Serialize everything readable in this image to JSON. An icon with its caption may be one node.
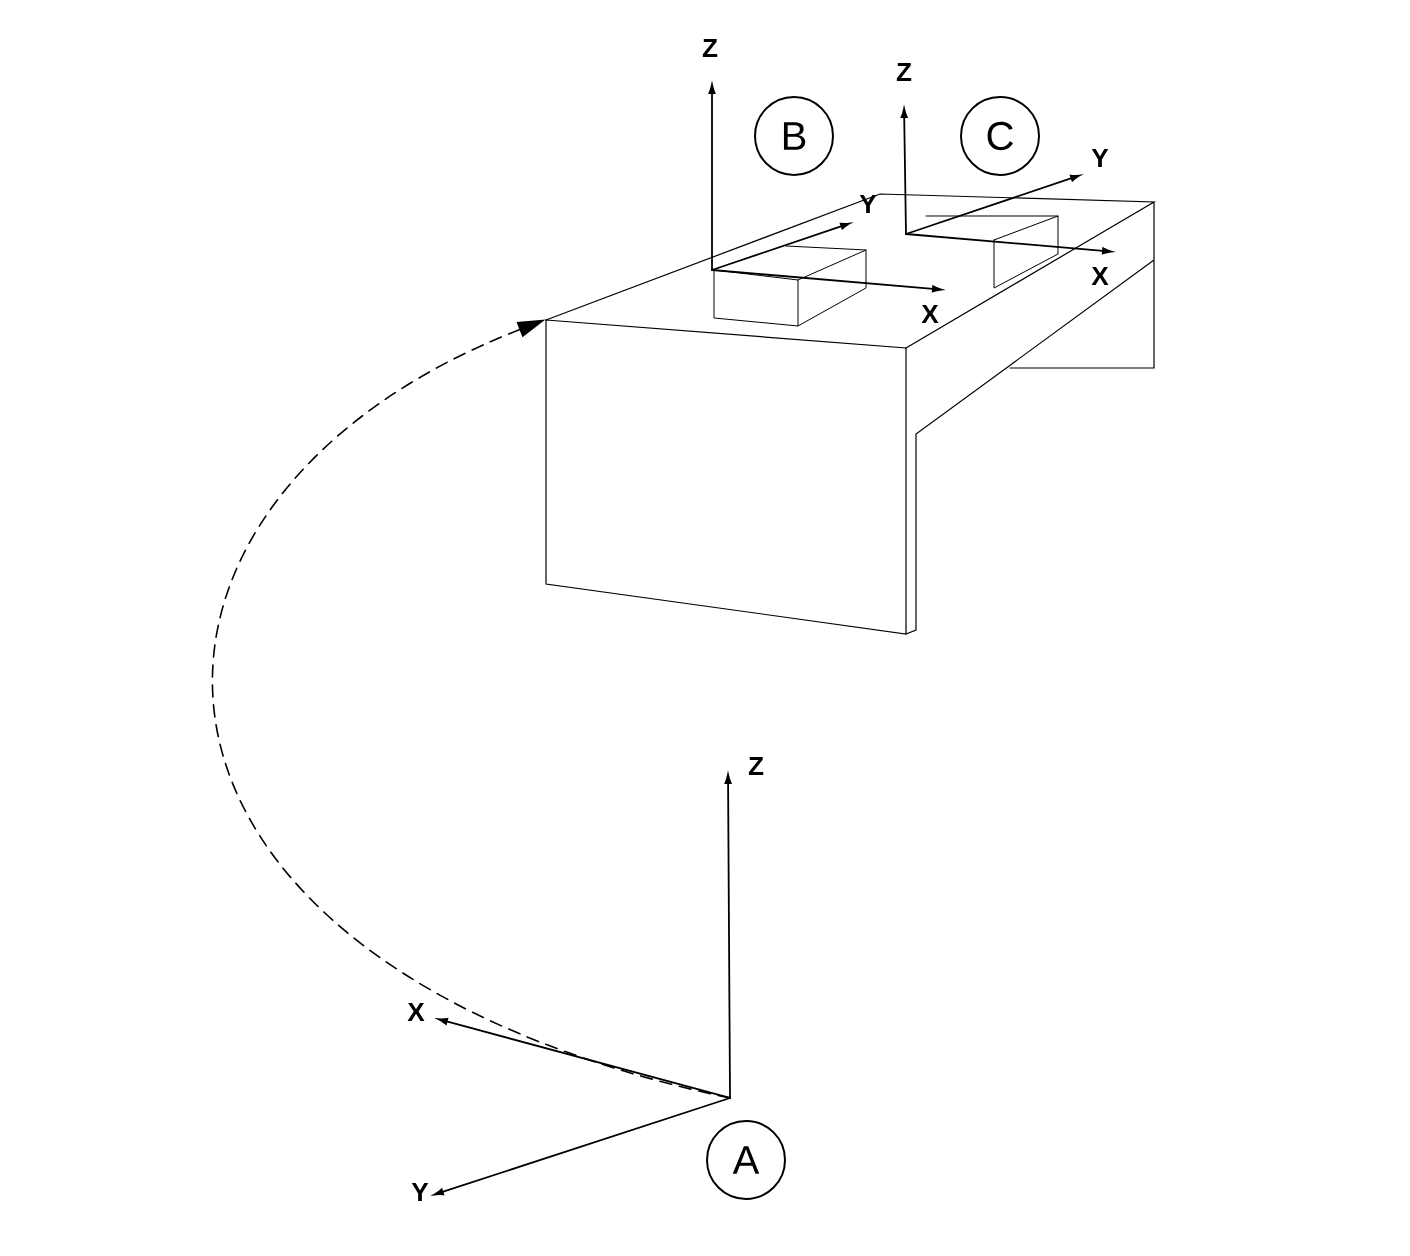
{
  "diagram": {
    "nodes": [
      {
        "text": [
          "B"
        ]
      },
      {
        "text": [
          "C"
        ]
      },
      {
        "text": [],
        "shape": "box"
      },
      {
        "text": [
          "A"
        ]
      }
    ],
    "edges": [
      {
        "from": null,
        "to": 2,
        "arrow": "to",
        "style": "dashed"
      }
    ],
    "labels": [
      "Z",
      "Z",
      "Y",
      "Y",
      "X",
      "X",
      "Z",
      "X",
      "Y"
    ]
  }
}
